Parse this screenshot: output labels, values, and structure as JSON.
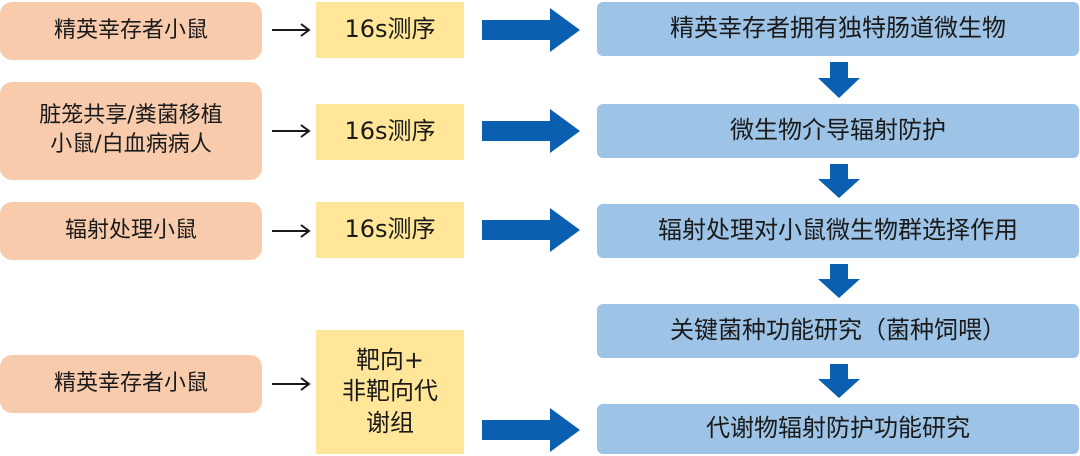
{
  "sources": [
    {
      "label": "精英幸存者小鼠"
    },
    {
      "lines": [
        "脏笼共享/粪菌移植",
        "小鼠/白血病病人"
      ]
    },
    {
      "label": "辐射处理小鼠"
    },
    {
      "label": "精英幸存者小鼠"
    }
  ],
  "methods": [
    {
      "label": "16s测序"
    },
    {
      "label": "16s测序"
    },
    {
      "label": "16s测序"
    },
    {
      "lines": [
        "靶向+",
        "非靶向代",
        "谢组"
      ]
    }
  ],
  "findings": [
    {
      "label": "精英幸存者拥有独特肠道微生物"
    },
    {
      "label": "微生物介导辐射防护"
    },
    {
      "label": "辐射处理对小鼠微生物群选择作用"
    },
    {
      "label": "关键菌种功能研究（菌种饲喂）"
    },
    {
      "label": "代谢物辐射防护功能研究"
    }
  ],
  "colors": {
    "source": "#f8cbad",
    "method": "#ffe699",
    "finding": "#9dc3e6",
    "arrow": "#0b5fb0"
  }
}
